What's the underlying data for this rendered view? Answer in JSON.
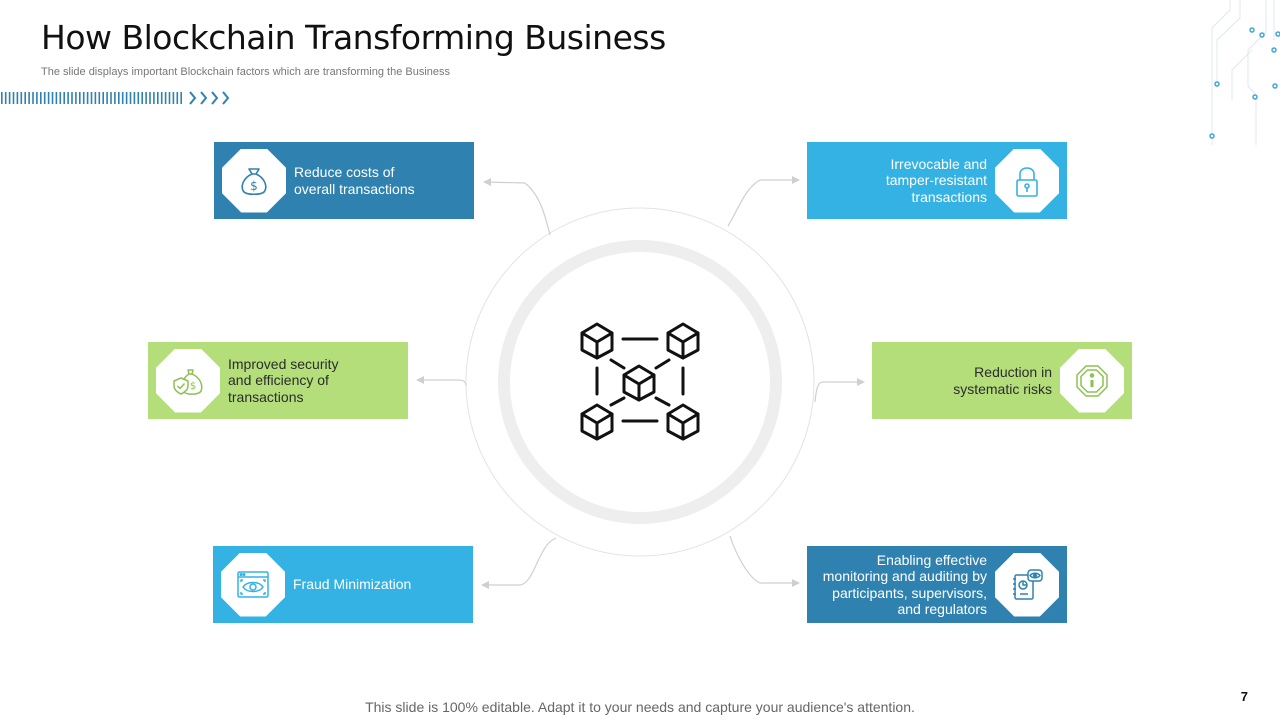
{
  "slide": {
    "title": "How Blockchain Transforming Business",
    "subtitle": "The slide displays important Blockchain factors which are transforming the Business",
    "footer": "This slide is 100% editable. Adapt it to your needs and capture your audience's attention.",
    "page_number": "7"
  },
  "center": {
    "icon": "blockchain-network-icon"
  },
  "items": [
    {
      "label": "Reduce costs of overall transactions",
      "icon": "money-bag-icon",
      "color": "#2f82b0"
    },
    {
      "label": "Irrevocable and tamper-resistant transactions",
      "icon": "padlock-icon",
      "color": "#33b2e3"
    },
    {
      "label": "Improved security and efficiency of transactions",
      "icon": "secure-money-bag-icon",
      "color": "#b3de7a"
    },
    {
      "label": "Reduction in systematic risks",
      "icon": "warning-octagon-icon",
      "color": "#b3de7a"
    },
    {
      "label": "Fraud Minimization",
      "icon": "eye-monitor-icon",
      "color": "#33b2e3"
    },
    {
      "label": "Enabling effective monitoring and auditing by participants, supervisors, and regulators",
      "icon": "audit-report-icon",
      "color": "#2f82b0"
    }
  ]
}
